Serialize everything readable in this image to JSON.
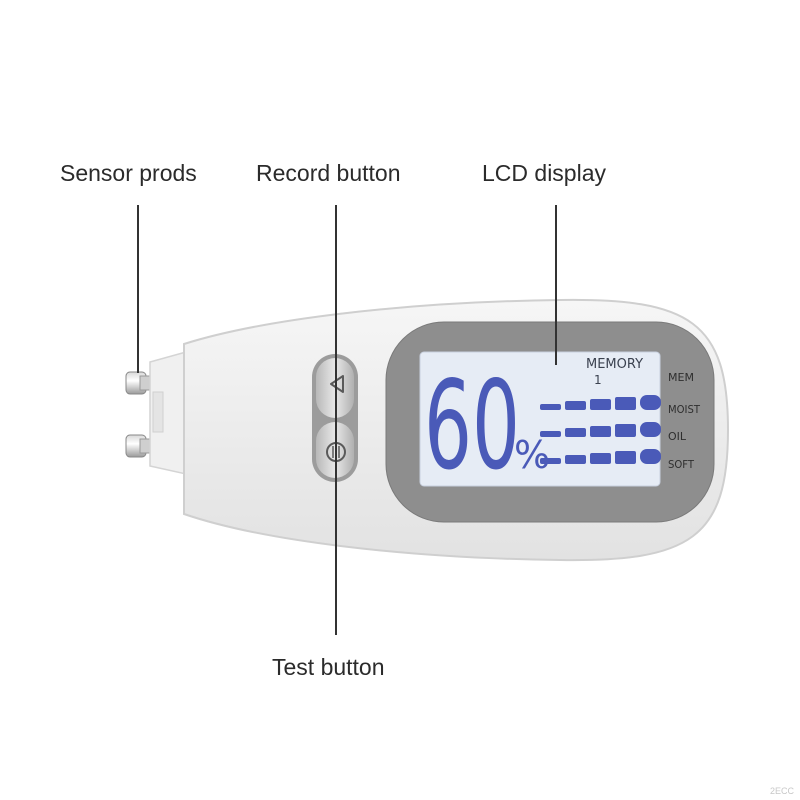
{
  "labels": {
    "sensor_prods": "Sensor prods",
    "record_button": "Record button",
    "lcd_display": "LCD display",
    "test_button": "Test button"
  },
  "lcd": {
    "reading": "60",
    "unit": "%",
    "memory_label": "MEMORY",
    "memory_slot": "1",
    "modes": [
      "MEM",
      "MOIST",
      "OIL",
      "SOFT"
    ]
  },
  "watermark": "2ECC",
  "colors": {
    "body": "#eeeeee",
    "lcd_bezel": "#8e8e8e",
    "lcd_screen": "#e6ecf5",
    "segments": "#4a5ab8"
  }
}
